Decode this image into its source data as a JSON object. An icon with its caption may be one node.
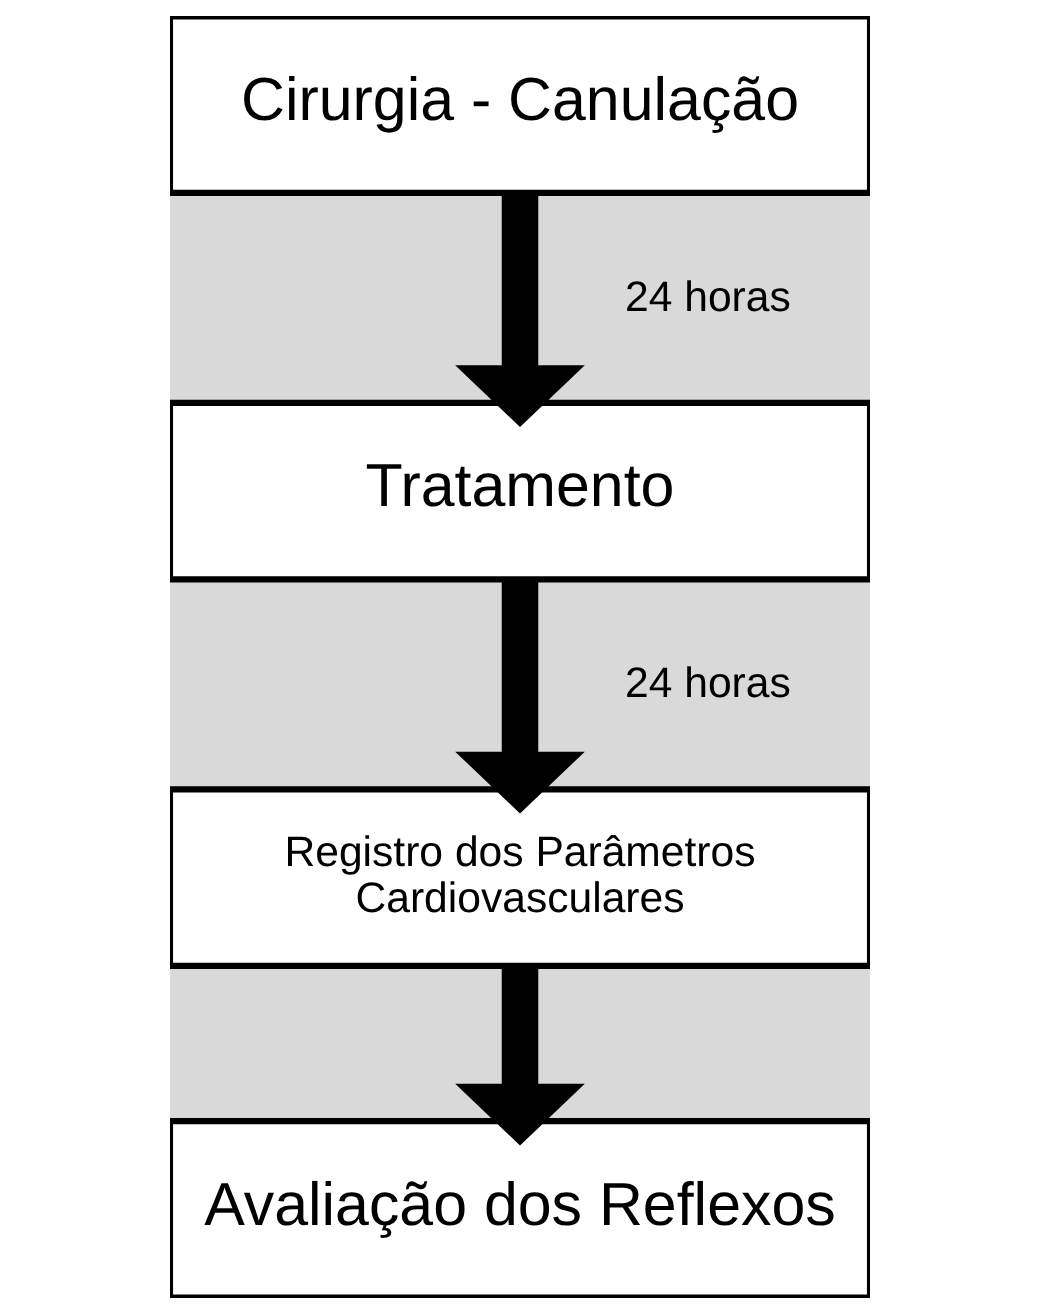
{
  "diagram": {
    "nodes": [
      {
        "text": [
          "Cirurgia - Canulação"
        ]
      },
      {
        "text": [
          "Tratamento"
        ]
      },
      {
        "text": [
          "Registro dos Parâmetros Cardiovasculares"
        ]
      },
      {
        "text": [
          "Avaliação dos Reflexos"
        ]
      }
    ],
    "edges": [
      {
        "from": 0,
        "to": 1,
        "arrow": "to",
        "label": "24 horas"
      },
      {
        "from": 1,
        "to": 2,
        "arrow": "to",
        "label": "24 horas"
      },
      {
        "from": 2,
        "to": 3,
        "arrow": "to"
      }
    ]
  }
}
